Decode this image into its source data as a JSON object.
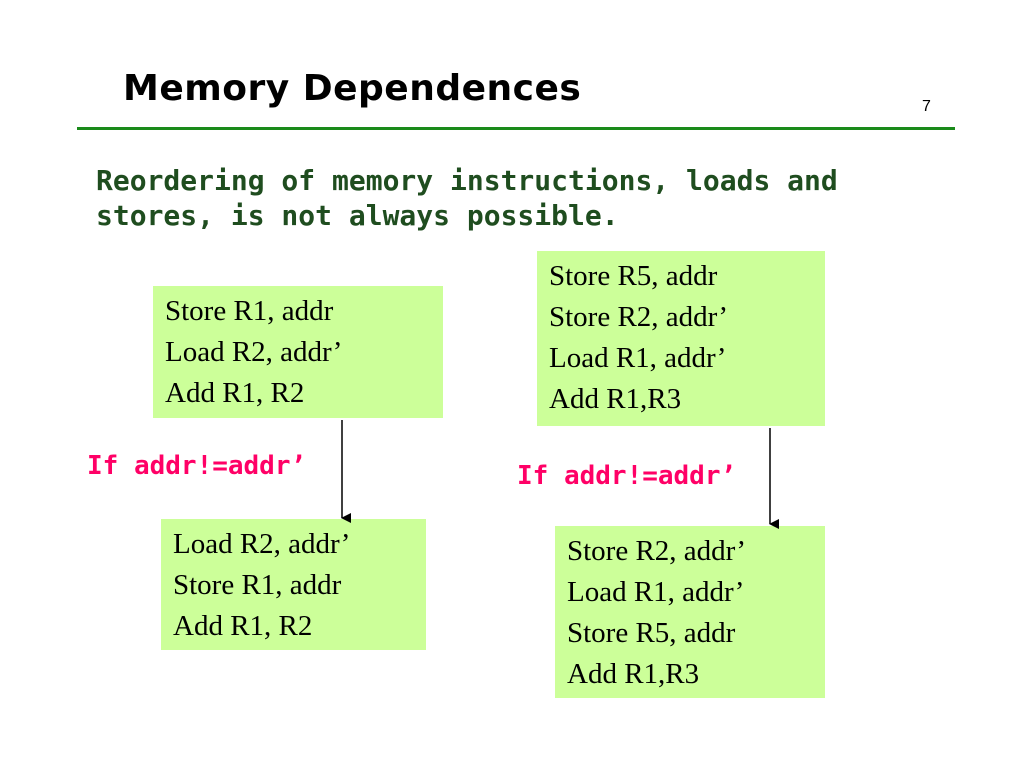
{
  "slide": {
    "title": "Memory Dependences",
    "page_number": "7",
    "subtitle_lines": [
      "Reordering of memory instructions, loads and",
      "stores, is not always possible."
    ]
  },
  "left": {
    "before": [
      "Store R1, addr",
      "Load R2, addr’",
      "Add R1, R2"
    ],
    "condition": "If addr!=addr’",
    "after": [
      "Load R2, addr’",
      "Store R1, addr",
      "Add R1, R2"
    ]
  },
  "right": {
    "before": [
      "Store R5, addr",
      "Store R2, addr’",
      "Load R1, addr’",
      "Add R1,R3"
    ],
    "condition": "If addr!=addr’",
    "after": [
      "Store R2, addr’",
      "Load R1, addr’",
      "Store R5, addr",
      "Add R1,R3"
    ]
  },
  "colors": {
    "box_fill": "#ccff99",
    "rule": "#1a8a1a",
    "condition_text": "#ff0066",
    "subtitle_text": "#1f4d1f"
  }
}
